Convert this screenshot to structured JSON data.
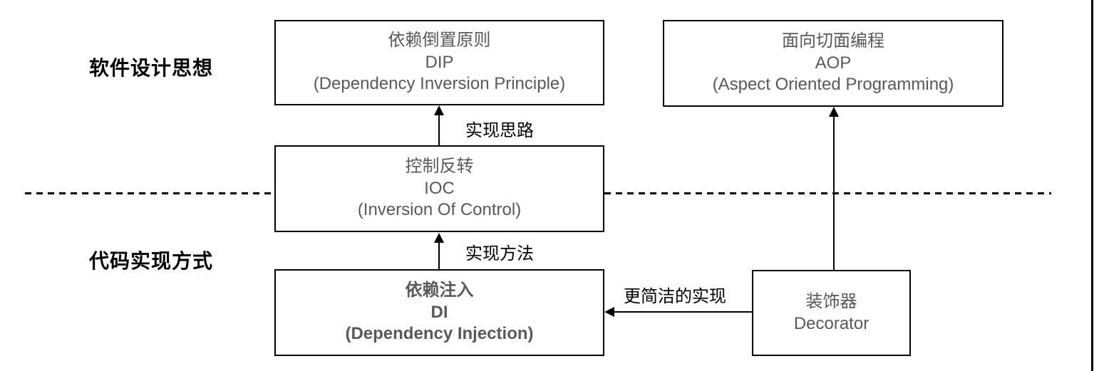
{
  "row_labels": {
    "design": "软件设计思想",
    "implementation": "代码实现方式"
  },
  "boxes": {
    "dip": {
      "zh": "依赖倒置原则",
      "abbr": "DIP",
      "en": "(Dependency Inversion Principle)"
    },
    "aop": {
      "zh": "面向切面编程",
      "abbr": "AOP",
      "en": "(Aspect Oriented Programming)"
    },
    "ioc": {
      "zh": "控制反转",
      "abbr": "IOC",
      "en": "(Inversion Of Control)"
    },
    "di": {
      "zh": "依赖注入",
      "abbr": "DI",
      "en": "(Dependency Injection)"
    },
    "decorator": {
      "zh": "装饰器",
      "en": "Decorator"
    }
  },
  "arrow_labels": {
    "ioc_to_dip": "实现思路",
    "di_to_ioc": "实现方法",
    "decorator_to_di": "更简洁的实现"
  },
  "colors": {
    "box_border": "#000000",
    "box_text": "#595959",
    "label_text": "#000000",
    "line": "#000000",
    "background": "#ffffff"
  }
}
